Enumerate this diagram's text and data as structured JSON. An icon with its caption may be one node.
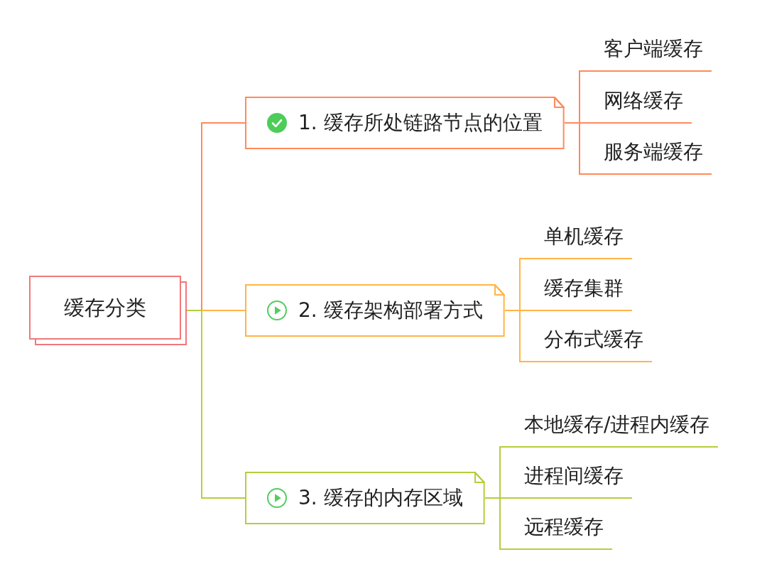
{
  "diagram": {
    "nodes": [
      {
        "text": [
          "缓存分类"
        ]
      },
      {
        "text": [
          "1. 缓存所处链路节点的位置"
        ]
      },
      {
        "text": [
          "客户端缓存"
        ]
      },
      {
        "text": [
          "网络缓存"
        ]
      },
      {
        "text": [
          "服务端缓存"
        ]
      },
      {
        "text": [
          "2. 缓存架构部署方式"
        ]
      },
      {
        "text": [
          "单机缓存"
        ]
      },
      {
        "text": [
          "缓存集群"
        ]
      },
      {
        "text": [
          "分布式缓存"
        ]
      },
      {
        "text": [
          "3. 缓存的内存区域"
        ]
      },
      {
        "text": [
          "本地缓存/进程内缓存"
        ]
      },
      {
        "text": [
          "进程间缓存"
        ]
      },
      {
        "text": [
          "远程缓存"
        ]
      }
    ],
    "edges": [
      {
        "from": 0,
        "to": 1,
        "arrow": "none",
        "color": "#ff8a5b"
      },
      {
        "from": 1,
        "to": 2,
        "arrow": "none",
        "color": "#ff8a5b"
      },
      {
        "from": 1,
        "to": 3,
        "arrow": "none",
        "color": "#ff8a5b"
      },
      {
        "from": 1,
        "to": 4,
        "arrow": "none",
        "color": "#ff8a5b"
      },
      {
        "from": 0,
        "to": 5,
        "arrow": "none",
        "color": "#ffb547"
      },
      {
        "from": 5,
        "to": 6,
        "arrow": "none",
        "color": "#ffb547"
      },
      {
        "from": 5,
        "to": 7,
        "arrow": "none",
        "color": "#ffb547"
      },
      {
        "from": 5,
        "to": 8,
        "arrow": "none",
        "color": "#ffb547"
      },
      {
        "from": 0,
        "to": 9,
        "arrow": "none",
        "color": "#b7cd3c"
      },
      {
        "from": 9,
        "to": 10,
        "arrow": "none",
        "color": "#b7cd3c"
      },
      {
        "from": 9,
        "to": 11,
        "arrow": "none",
        "color": "#b7cd3c"
      },
      {
        "from": 9,
        "to": 12,
        "arrow": "none",
        "color": "#b7cd3c"
      }
    ]
  }
}
